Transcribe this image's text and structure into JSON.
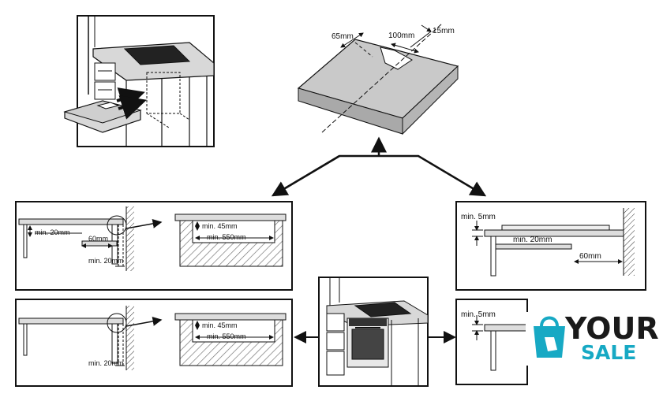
{
  "diagram": {
    "title": "Built-in hob installation dimensions",
    "cutout": {
      "label_65": "65mm",
      "label_100": "100mm",
      "label_15": "15mm"
    },
    "panel_left_top": {
      "min20_a": "min. 20mm",
      "mm60": "60mm",
      "min20_b": "min. 20mm",
      "min45": "min. 45mm",
      "min550": "min. 550mm"
    },
    "panel_left_bottom": {
      "min20": "min. 20mm",
      "min45": "min. 45mm",
      "min550": "min. 550mm"
    },
    "panel_right_top": {
      "min5": "min. 5mm",
      "min20": "min. 20mm",
      "mm60": "60mm"
    },
    "panel_right_bottom": {
      "min5": "min. 5mm"
    }
  },
  "watermark": {
    "word1": "YOUR",
    "word2": "SALE",
    "color_dark": "#1a1a1a",
    "color_accent": "#17a9c4"
  }
}
